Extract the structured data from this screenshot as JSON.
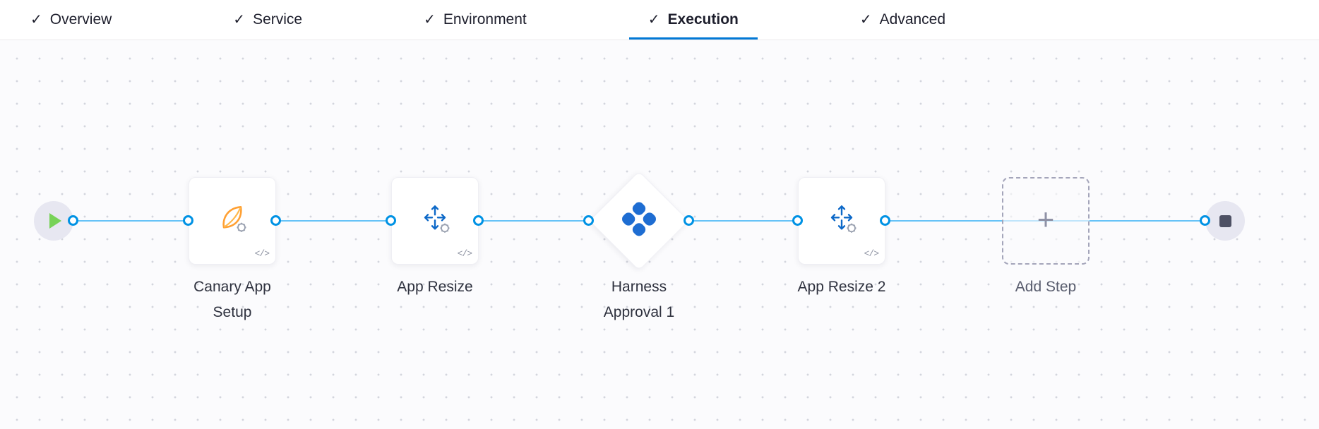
{
  "icons": {
    "check": "✓",
    "code": "</>",
    "plus": "+"
  },
  "tabs": [
    {
      "label": "Overview",
      "checked": true,
      "active": false
    },
    {
      "label": "Service",
      "checked": true,
      "active": false
    },
    {
      "label": "Environment",
      "checked": true,
      "active": false
    },
    {
      "label": "Execution",
      "checked": true,
      "active": true
    },
    {
      "label": "Advanced",
      "checked": true,
      "active": false
    }
  ],
  "pipeline": {
    "nodes": [
      {
        "type": "start"
      },
      {
        "type": "step",
        "label": "Canary App Setup",
        "icon": "canary-icon"
      },
      {
        "type": "step",
        "label": "App Resize",
        "icon": "resize-icon"
      },
      {
        "type": "approval",
        "label": "Harness Approval 1",
        "icon": "harness-approval-icon"
      },
      {
        "type": "step",
        "label": "App Resize 2",
        "icon": "resize-icon"
      },
      {
        "type": "add",
        "label": "Add Step"
      },
      {
        "type": "end"
      }
    ]
  },
  "colors": {
    "accent_blue": "#0278d5",
    "connector_line": "#67c3f7",
    "dot_ring": "#0092e4",
    "play_green": "#77d257",
    "stop_slate": "#4e5164",
    "canary_orange": "#ffa033",
    "resize_blue": "#0d69c8",
    "harness_blue": "#1e6dd2",
    "canvas_bg": "#fbfbfd"
  }
}
